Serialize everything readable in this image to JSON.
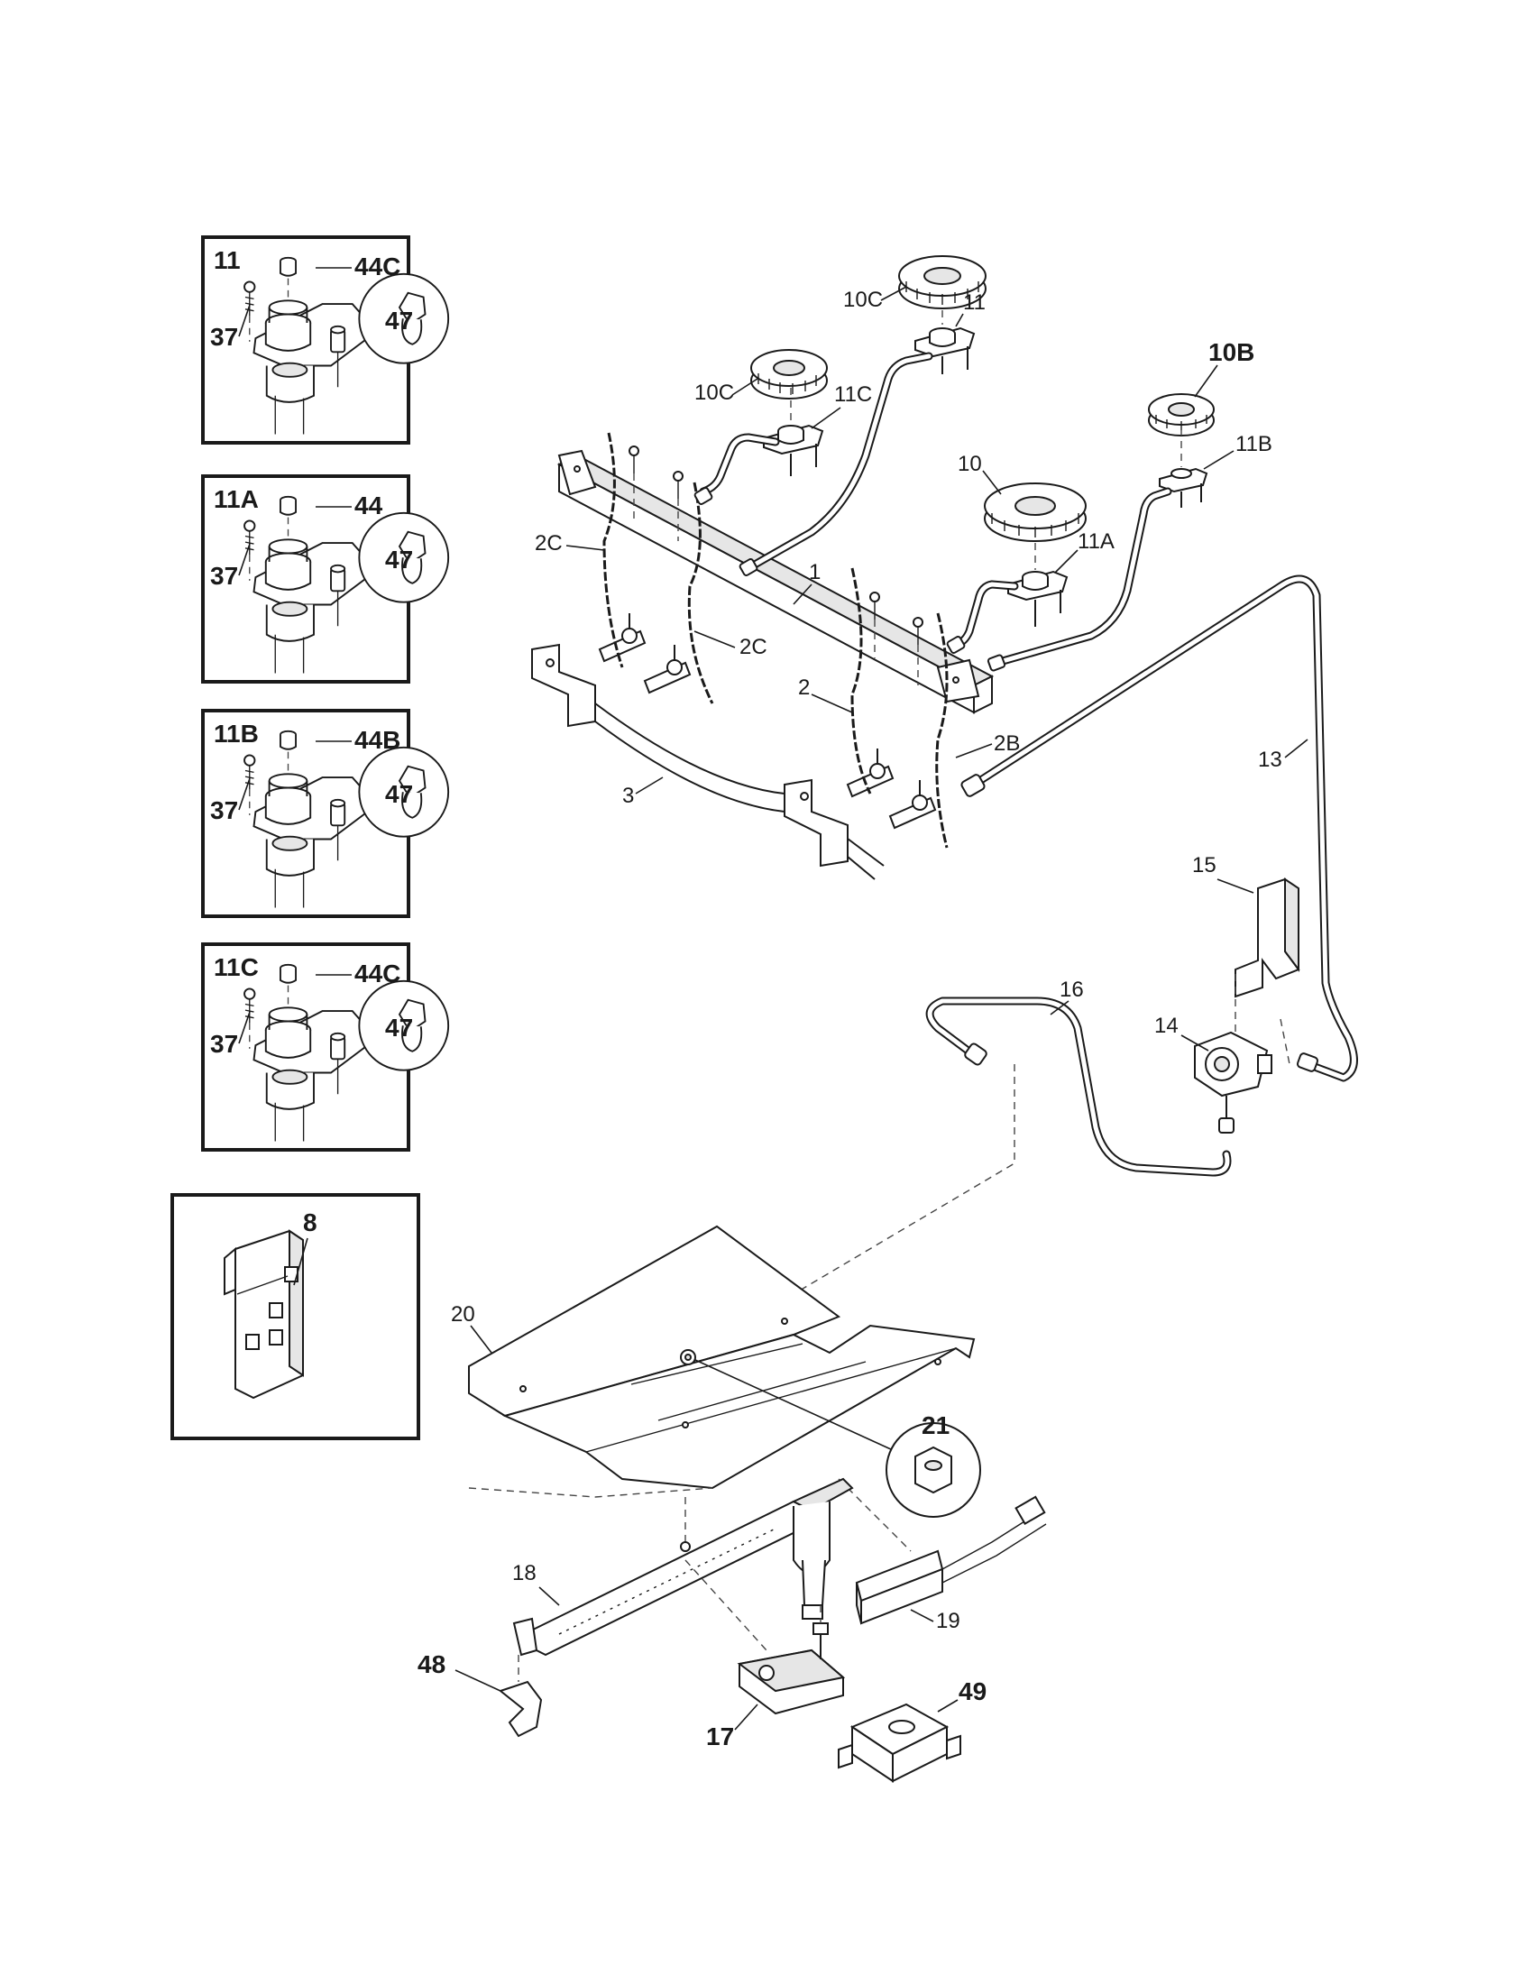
{
  "insets": [
    {
      "title": "11",
      "top_label": "44C",
      "screw_label": "37",
      "circle_label": "47"
    },
    {
      "title": "11A",
      "top_label": "44",
      "screw_label": "37",
      "circle_label": "47"
    },
    {
      "title": "11B",
      "top_label": "44B",
      "screw_label": "37",
      "circle_label": "47"
    },
    {
      "title": "11C",
      "top_label": "44C",
      "screw_label": "37",
      "circle_label": "47"
    }
  ],
  "inset_8_label": "8",
  "labels": {
    "p1": "1",
    "p2": "2",
    "p2b": "2B",
    "p2c_left": "2C",
    "p2c_mid": "2C",
    "p3": "3",
    "p10": "10",
    "p10b": "10B",
    "p10c_left": "10C",
    "p10c_top": "10C",
    "p11": "11",
    "p11a": "11A",
    "p11b": "11B",
    "p11c": "11C",
    "p13": "13",
    "p14": "14",
    "p15": "15",
    "p16": "16",
    "p17": "17",
    "p18": "18",
    "p19": "19",
    "p20": "20",
    "p21": "21",
    "p48": "48",
    "p49": "49"
  },
  "icons": [
    "burner-head-icon",
    "valve-icon",
    "regulator-icon",
    "igniter-icon",
    "spark-module-icon",
    "nut-icon",
    "bracket-icon"
  ]
}
